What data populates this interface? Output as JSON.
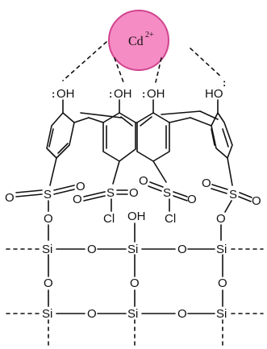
{
  "diagram": {
    "metal_ion": {
      "symbol": "Cd",
      "charge": "2+",
      "fill": "#f58cc3",
      "stroke": "#d0448f"
    },
    "hydroxyls": [
      {
        "label": "OH"
      },
      {
        "label": "OH"
      },
      {
        "label": "OH"
      },
      {
        "label": "HO"
      }
    ],
    "lone_pair": ":",
    "sulfonyl": {
      "sulfur": "S",
      "oxygen": "O",
      "chlorine": "Cl"
    },
    "surface": {
      "silicon": "Si",
      "oxygen": "O",
      "silanol": "OH"
    }
  }
}
